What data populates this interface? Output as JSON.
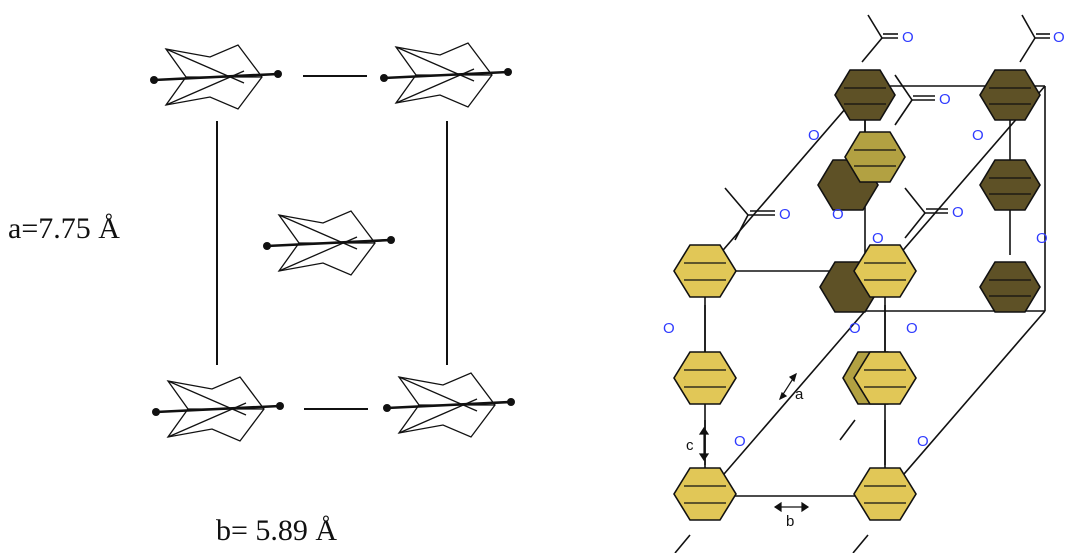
{
  "left_panel": {
    "a_label": "a=7.75 Å",
    "b_label": "b= 5.89 Å"
  },
  "right_panel": {
    "axis_a": "a",
    "axis_b": "b",
    "axis_c": "c",
    "oxygen_label": "O"
  },
  "colors": {
    "ring_light": "#e1c757",
    "ring_dark": "#5e5126",
    "ring_mid": "#b2a142",
    "oxygen": "#2f3bff",
    "line": "#111111"
  }
}
